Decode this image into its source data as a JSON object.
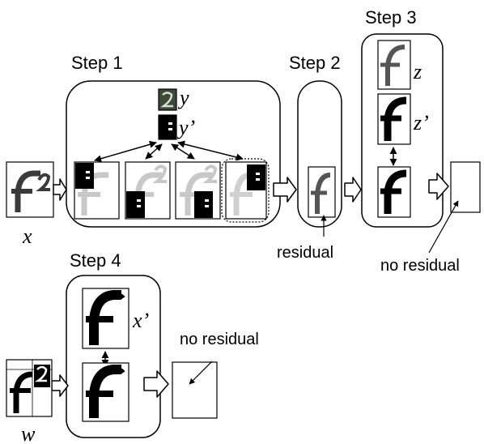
{
  "steps": {
    "step1": "Step 1",
    "step2": "Step 2",
    "step3": "Step 3",
    "step4": "Step 4"
  },
  "symbols": {
    "x": "x",
    "y": "y",
    "y_prime": "y’",
    "z": "z",
    "z_prime": "z’",
    "x_prime": "x’",
    "w": "w"
  },
  "annotations": {
    "residual": "residual",
    "no_residual_step3": "no residual",
    "no_residual_step4": "no residual"
  },
  "colors": {
    "outline": "#000000",
    "glyph_dark": "#3a3a3a",
    "glyph_gray": "#c8c8c8",
    "glyph_mid": "#555555",
    "y_chip_bg": "#3d4a3a"
  }
}
